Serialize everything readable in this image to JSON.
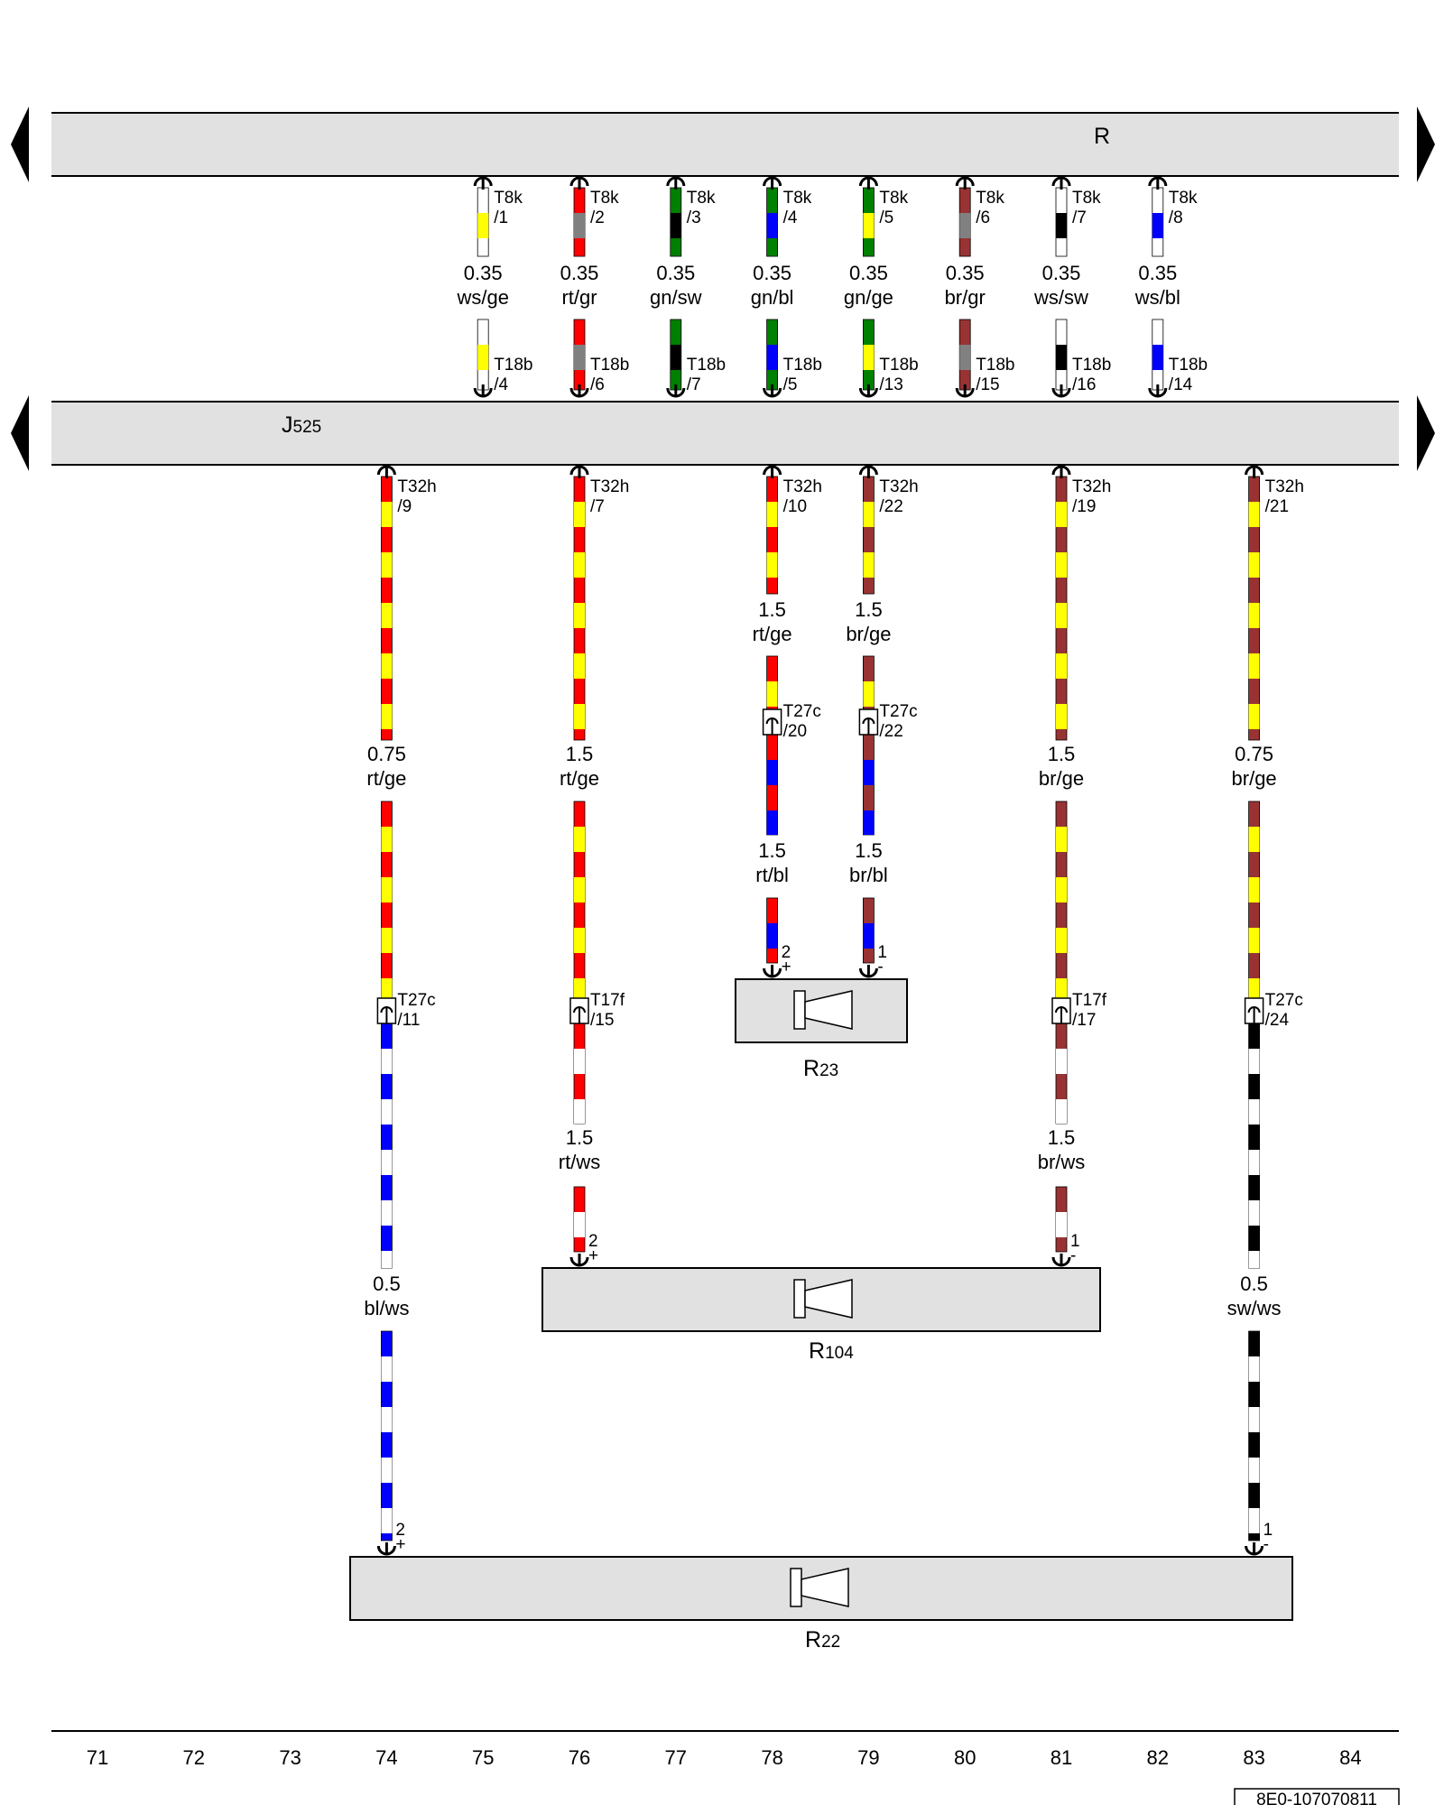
{
  "colors": {
    "ws": "#ffffff",
    "ge": "#ffff00",
    "rt": "#ff0000",
    "gr": "#808080",
    "gn": "#008000",
    "sw": "#000000",
    "bl": "#0000ff",
    "br": "#993333",
    "panel": "#e1e1e1"
  },
  "components": {
    "R": {
      "ref": "R",
      "sub": ""
    },
    "J525": {
      "ref": "J",
      "sub": "525"
    },
    "R23": {
      "ref": "R",
      "sub": "23"
    },
    "R104": {
      "ref": "R",
      "sub": "104"
    },
    "R22": {
      "ref": "R",
      "sub": "22"
    }
  },
  "upper_wires": [
    {
      "col": 75,
      "top_connector": "T8k",
      "top_pin": "/1",
      "gauge": "0.35",
      "colour_code": "ws/ge",
      "base": "ws",
      "stripe": "ge",
      "bottom_connector": "T18b",
      "bottom_pin": "/4"
    },
    {
      "col": 76,
      "top_connector": "T8k",
      "top_pin": "/2",
      "gauge": "0.35",
      "colour_code": "rt/gr",
      "base": "rt",
      "stripe": "gr",
      "bottom_connector": "T18b",
      "bottom_pin": "/6"
    },
    {
      "col": 77,
      "top_connector": "T8k",
      "top_pin": "/3",
      "gauge": "0.35",
      "colour_code": "gn/sw",
      "base": "gn",
      "stripe": "sw",
      "bottom_connector": "T18b",
      "bottom_pin": "/7"
    },
    {
      "col": 78,
      "top_connector": "T8k",
      "top_pin": "/4",
      "gauge": "0.35",
      "colour_code": "gn/bl",
      "base": "gn",
      "stripe": "bl",
      "bottom_connector": "T18b",
      "bottom_pin": "/5"
    },
    {
      "col": 79,
      "top_connector": "T8k",
      "top_pin": "/5",
      "gauge": "0.35",
      "colour_code": "gn/ge",
      "base": "gn",
      "stripe": "ge",
      "bottom_connector": "T18b",
      "bottom_pin": "/13"
    },
    {
      "col": 80,
      "top_connector": "T8k",
      "top_pin": "/6",
      "gauge": "0.35",
      "colour_code": "br/gr",
      "base": "br",
      "stripe": "gr",
      "bottom_connector": "T18b",
      "bottom_pin": "/15"
    },
    {
      "col": 81,
      "top_connector": "T8k",
      "top_pin": "/7",
      "gauge": "0.35",
      "colour_code": "ws/sw",
      "base": "ws",
      "stripe": "sw",
      "bottom_connector": "T18b",
      "bottom_pin": "/16"
    },
    {
      "col": 82,
      "top_connector": "T8k",
      "top_pin": "/8",
      "gauge": "0.35",
      "colour_code": "ws/bl",
      "base": "ws",
      "stripe": "bl",
      "bottom_connector": "T18b",
      "bottom_pin": "/14"
    }
  ],
  "lower_circuits": [
    {
      "col": 74,
      "source": {
        "connector": "T32h",
        "pin": "/9"
      },
      "seg1": {
        "gauge": "0.75",
        "colour_code": "rt/ge",
        "base": "rt",
        "stripe": "ge"
      },
      "inline": {
        "connector": "T27c",
        "pin": "/11"
      },
      "seg2": {
        "gauge": "0.5",
        "colour_code": "bl/ws",
        "base": "bl",
        "stripe": "ws"
      },
      "terminal": {
        "pin": "2",
        "polarity": "+"
      },
      "target": "R22"
    },
    {
      "col": 76,
      "source": {
        "connector": "T32h",
        "pin": "/7"
      },
      "seg1": {
        "gauge": "1.5",
        "colour_code": "rt/ge",
        "base": "rt",
        "stripe": "ge"
      },
      "inline": {
        "connector": "T17f",
        "pin": "/15"
      },
      "seg2": {
        "gauge": "1.5",
        "colour_code": "rt/ws",
        "base": "rt",
        "stripe": "ws"
      },
      "terminal": {
        "pin": "2",
        "polarity": "+"
      },
      "target": "R104"
    },
    {
      "col": 78,
      "source": {
        "connector": "T32h",
        "pin": "/10"
      },
      "seg1": {
        "gauge": "1.5",
        "colour_code": "rt/ge",
        "base": "rt",
        "stripe": "ge"
      },
      "inline": {
        "connector": "T27c",
        "pin": "/20"
      },
      "seg2": {
        "gauge": "1.5",
        "colour_code": "rt/bl",
        "base": "rt",
        "stripe": "bl"
      },
      "terminal": {
        "pin": "2",
        "polarity": "+"
      },
      "target": "R23"
    },
    {
      "col": 79,
      "source": {
        "connector": "T32h",
        "pin": "/22"
      },
      "seg1": {
        "gauge": "1.5",
        "colour_code": "br/ge",
        "base": "br",
        "stripe": "ge"
      },
      "inline": {
        "connector": "T27c",
        "pin": "/22"
      },
      "seg2": {
        "gauge": "1.5",
        "colour_code": "br/bl",
        "base": "br",
        "stripe": "bl"
      },
      "terminal": {
        "pin": "1",
        "polarity": "-"
      },
      "target": "R23"
    },
    {
      "col": 81,
      "source": {
        "connector": "T32h",
        "pin": "/19"
      },
      "seg1": {
        "gauge": "1.5",
        "colour_code": "br/ge",
        "base": "br",
        "stripe": "ge"
      },
      "inline": {
        "connector": "T17f",
        "pin": "/17"
      },
      "seg2": {
        "gauge": "1.5",
        "colour_code": "br/ws",
        "base": "br",
        "stripe": "ws"
      },
      "terminal": {
        "pin": "1",
        "polarity": "-"
      },
      "target": "R104"
    },
    {
      "col": 83,
      "source": {
        "connector": "T32h",
        "pin": "/21"
      },
      "seg1": {
        "gauge": "0.75",
        "colour_code": "br/ge",
        "base": "br",
        "stripe": "ge"
      },
      "inline": {
        "connector": "T27c",
        "pin": "/24"
      },
      "seg2": {
        "gauge": "0.5",
        "colour_code": "sw/ws",
        "base": "sw",
        "stripe": "ws"
      },
      "terminal": {
        "pin": "1",
        "polarity": "-"
      },
      "target": "R22"
    }
  ],
  "grid_numbers": [
    "71",
    "72",
    "73",
    "74",
    "75",
    "76",
    "77",
    "78",
    "79",
    "80",
    "81",
    "82",
    "83",
    "84"
  ],
  "document_id": "8E0-107070811"
}
